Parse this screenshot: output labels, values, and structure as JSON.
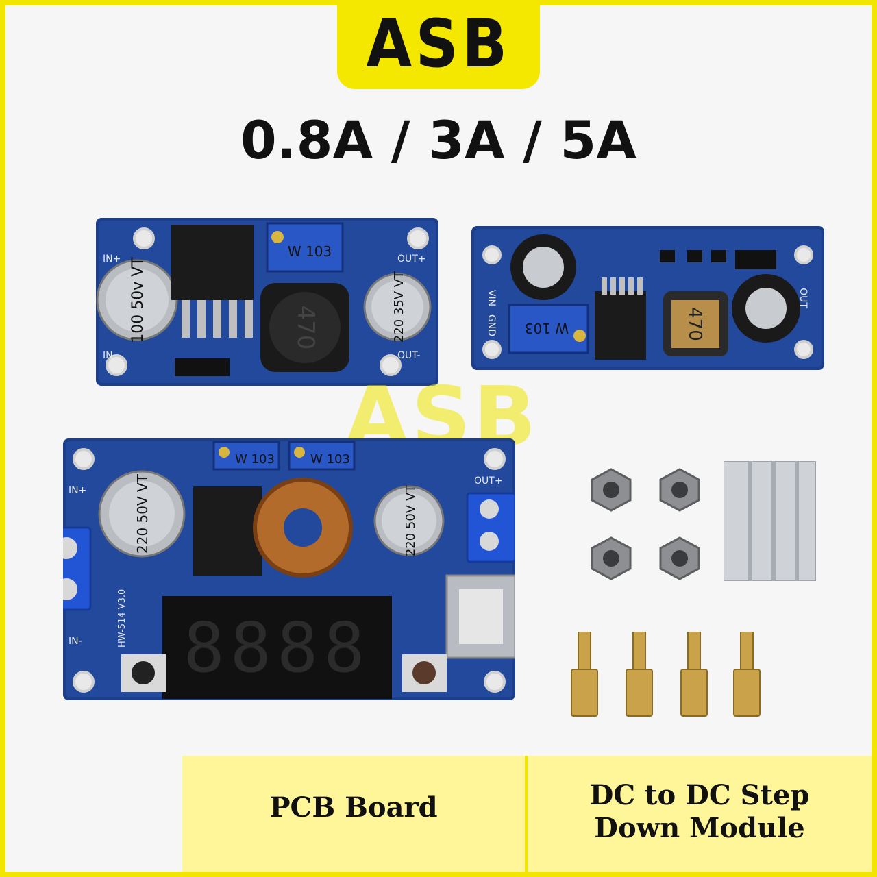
{
  "brand": {
    "logo_text": "ASB",
    "accent": "#f5e800",
    "frame_color": "#f2e600"
  },
  "headline": "0.8A / 3A / 5A",
  "watermark": "ASB",
  "boards": {
    "lm2596": {
      "cap_left": "100 50v VT",
      "cap_right": "220 35V VT",
      "inductor": "470",
      "pot": "W 103",
      "in_plus": "IN+",
      "in_minus": "IN-",
      "out_plus": "OUT+",
      "out_minus": "OUT-"
    },
    "xl4005": {
      "inductor": "470",
      "pot": "W 103",
      "vin": "VIN",
      "gnd": "GND",
      "out": "OUT"
    },
    "hw514": {
      "cap_left": "220 50V VT",
      "cap_right": "220 50V VT",
      "model": "HW-514 V3.0",
      "in_plus": "IN+",
      "in_minus": "IN-",
      "out_plus": "OUT+",
      "pot1": "W 103",
      "pot2": "W 103"
    }
  },
  "footer": {
    "left_label": "PCB Board",
    "right_label_line1": "DC to DC Step",
    "right_label_line2": "Down Module"
  }
}
